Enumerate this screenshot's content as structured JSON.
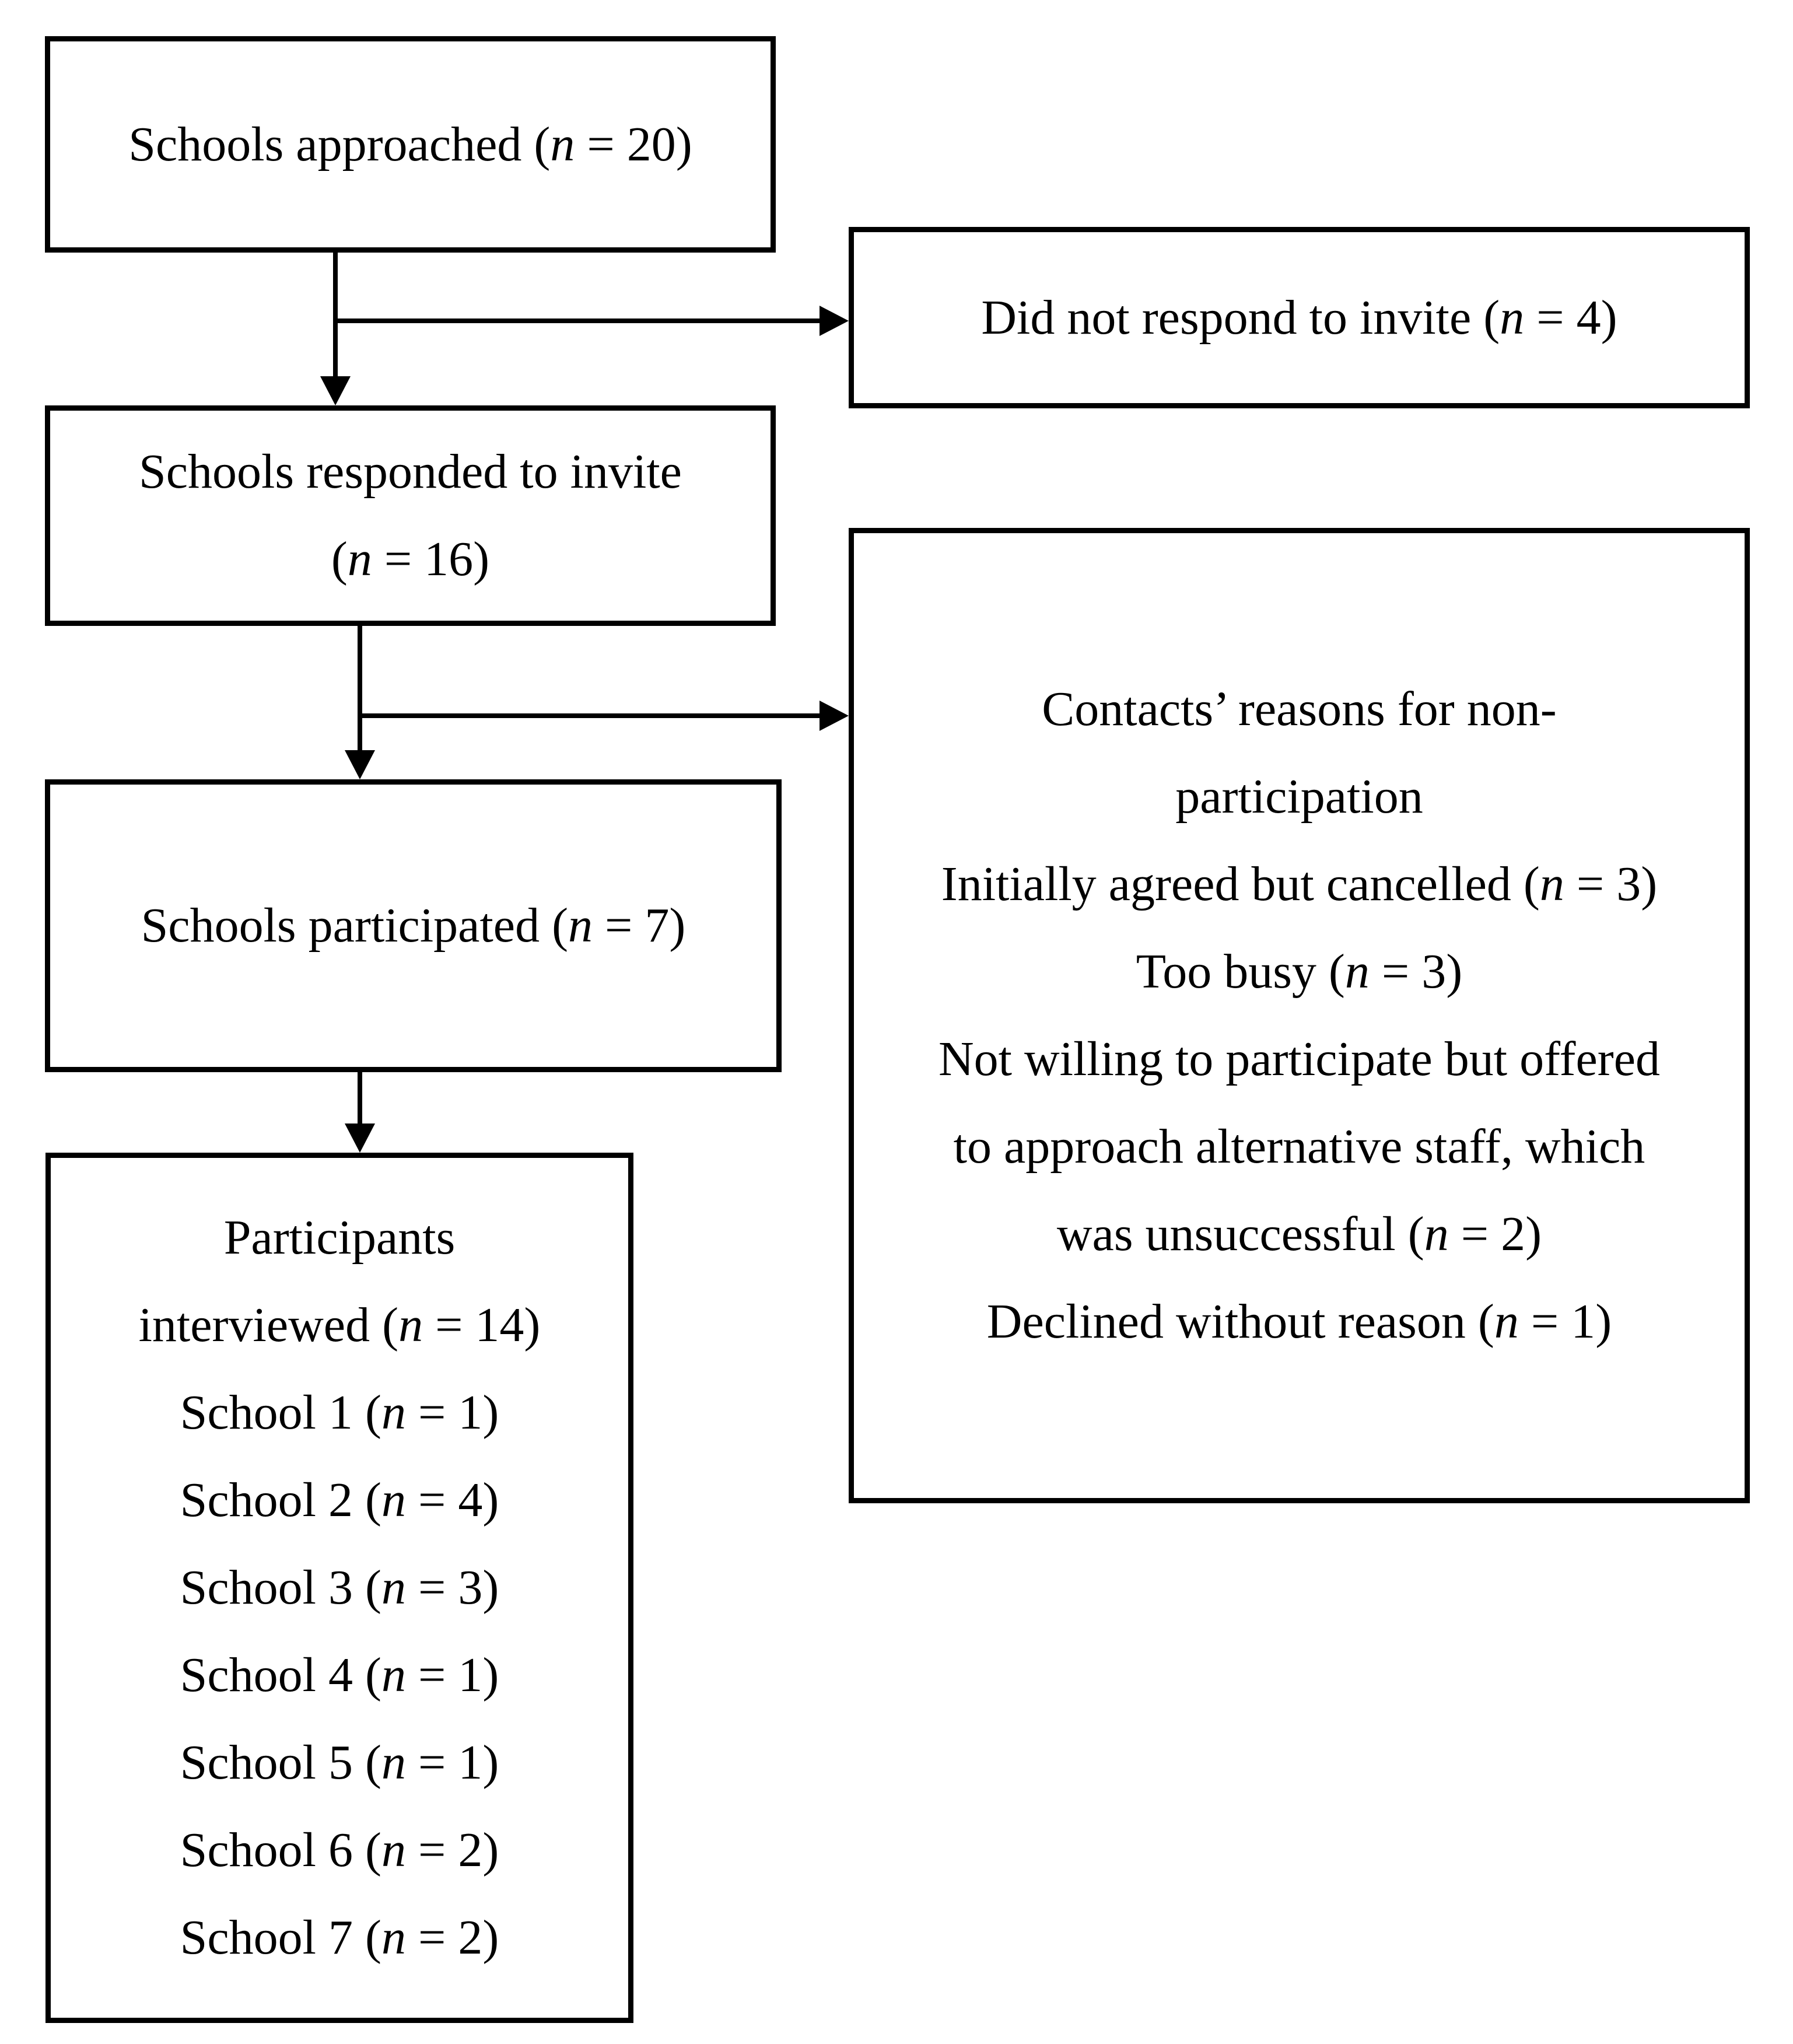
{
  "palette": {
    "ink": "#000000",
    "paper": "#ffffff"
  },
  "boxes": {
    "approached": {
      "lines": [
        [
          {
            "t": "Schools approached ("
          },
          {
            "t": "n",
            "i": true
          },
          {
            "t": " = 20)"
          }
        ]
      ]
    },
    "no_response": {
      "lines": [
        [
          {
            "t": "Did not respond to invite ("
          },
          {
            "t": "n",
            "i": true
          },
          {
            "t": " = 4)"
          }
        ]
      ]
    },
    "responded": {
      "lines": [
        [
          {
            "t": "Schools responded to invite"
          }
        ],
        [
          {
            "t": "("
          },
          {
            "t": "n",
            "i": true
          },
          {
            "t": " = 16)"
          }
        ]
      ]
    },
    "reasons": {
      "lines": [
        [
          {
            "t": "Contacts’ reasons for non-"
          }
        ],
        [
          {
            "t": "participation"
          }
        ],
        [
          {
            "t": "Initially agreed but cancelled ("
          },
          {
            "t": "n",
            "i": true
          },
          {
            "t": " = 3)"
          }
        ],
        [
          {
            "t": "Too busy ("
          },
          {
            "t": "n",
            "i": true
          },
          {
            "t": " = 3)"
          }
        ],
        [
          {
            "t": "Not willing to participate but offered"
          }
        ],
        [
          {
            "t": "to approach alternative staff, which"
          }
        ],
        [
          {
            "t": "was unsuccessful ("
          },
          {
            "t": "n",
            "i": true
          },
          {
            "t": " = 2)"
          }
        ],
        [
          {
            "t": "Declined without reason ("
          },
          {
            "t": "n",
            "i": true
          },
          {
            "t": " = 1)"
          }
        ]
      ]
    },
    "participated": {
      "lines": [
        [
          {
            "t": "Schools participated ("
          },
          {
            "t": "n",
            "i": true
          },
          {
            "t": " = 7)"
          }
        ]
      ]
    },
    "interviewed": {
      "lines": [
        [
          {
            "t": "Participants"
          }
        ],
        [
          {
            "t": "interviewed ("
          },
          {
            "t": "n",
            "i": true
          },
          {
            "t": " = 14)"
          }
        ],
        [
          {
            "t": "School 1 ("
          },
          {
            "t": "n",
            "i": true
          },
          {
            "t": " = 1)"
          }
        ],
        [
          {
            "t": "School 2 ("
          },
          {
            "t": "n",
            "i": true
          },
          {
            "t": " = 4)"
          }
        ],
        [
          {
            "t": "School 3 ("
          },
          {
            "t": "n",
            "i": true
          },
          {
            "t": " = 3)"
          }
        ],
        [
          {
            "t": "School 4 ("
          },
          {
            "t": "n",
            "i": true
          },
          {
            "t": " = 1)"
          }
        ],
        [
          {
            "t": "School 5 ("
          },
          {
            "t": "n",
            "i": true
          },
          {
            "t": " = 1)"
          }
        ],
        [
          {
            "t": "School 6 ("
          },
          {
            "t": "n",
            "i": true
          },
          {
            "t": " = 2)"
          }
        ],
        [
          {
            "t": "School 7 ("
          },
          {
            "t": "n",
            "i": true
          },
          {
            "t": " = 2)"
          }
        ]
      ]
    }
  }
}
